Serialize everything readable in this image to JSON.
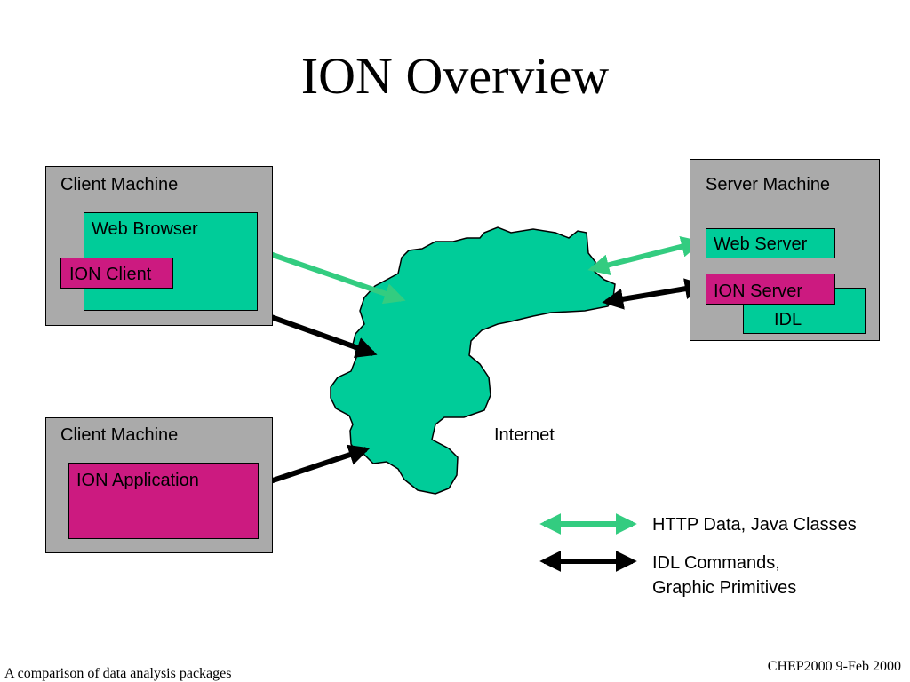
{
  "title": "ION Overview",
  "client_machine_1": {
    "label": "Client Machine",
    "web_browser": "Web Browser",
    "ion_client": "ION Client"
  },
  "client_machine_2": {
    "label": "Client Machine",
    "ion_application": "ION Application"
  },
  "server_machine": {
    "label": "Server Machine",
    "web_server": "Web Server",
    "ion_server": "ION Server",
    "idl": "IDL"
  },
  "internet_label": "Internet",
  "legend": {
    "http": "HTTP Data, Java Classes",
    "idl_line1": "IDL Commands,",
    "idl_line2": "Graphic Primitives"
  },
  "footer": {
    "left": "A comparison of data analysis packages",
    "right": "CHEP2000 9-Feb 2000"
  },
  "colors": {
    "green_arrow": "#33cc80",
    "black_arrow": "#000000",
    "teal": "#00cc99",
    "magenta": "#cc1a80",
    "gray": "#aaaaaa"
  }
}
